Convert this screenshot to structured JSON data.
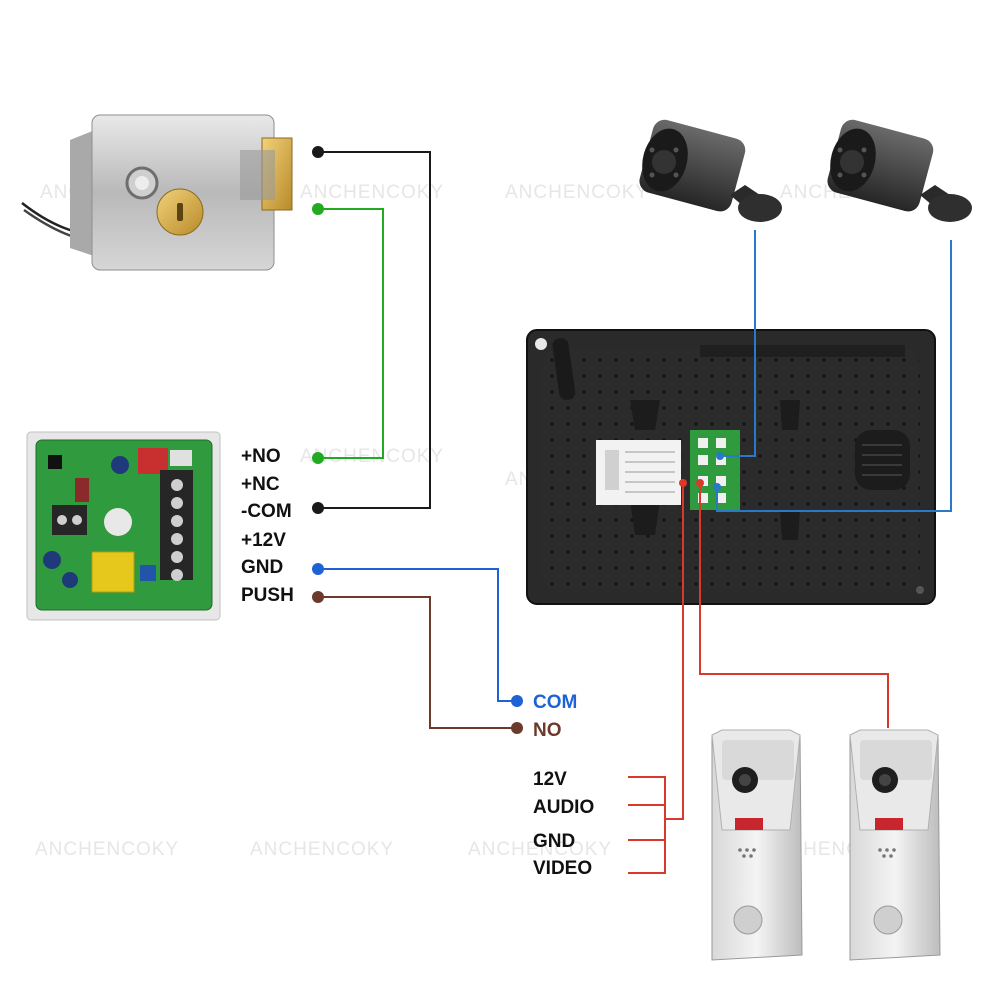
{
  "watermark": "ANCHENCOKY",
  "controller_terminals": [
    "+NO",
    "+NC",
    "-COM",
    "+12V",
    "GND",
    "PUSH"
  ],
  "button_terminals": [
    "COM",
    "NO"
  ],
  "doorbell_wires": [
    "12V",
    "AUDIO",
    "GND",
    "VIDEO"
  ],
  "wire_colors": {
    "black": "#1a1a1a",
    "green": "#22aa22",
    "blue": "#1e62d6",
    "brown": "#6b3a2a",
    "red": "#d8392b",
    "camera": "#2a78c8"
  }
}
